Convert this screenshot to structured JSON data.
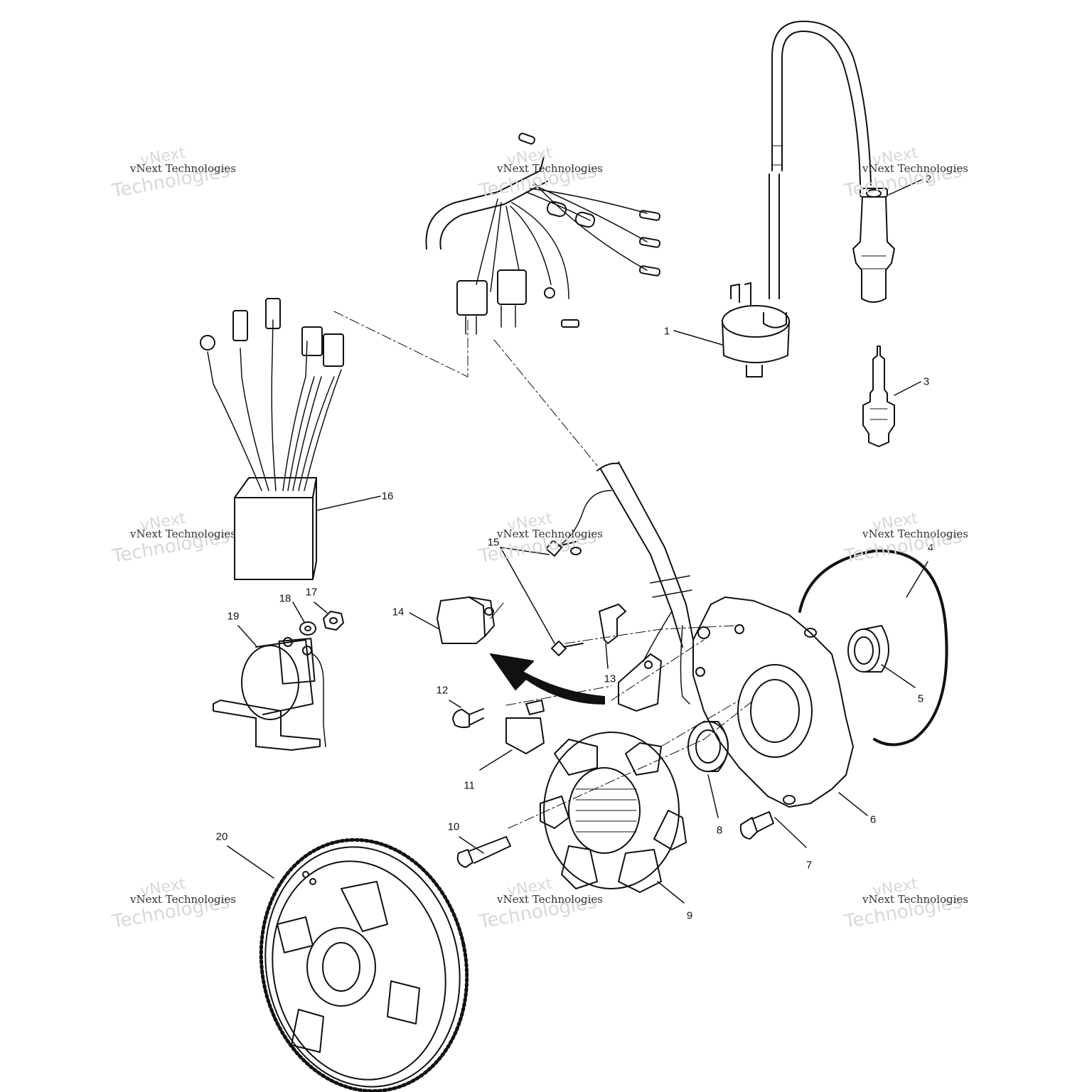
{
  "callouts": [
    {
      "id": "1",
      "label": "1"
    },
    {
      "id": "2",
      "label": "2"
    },
    {
      "id": "3",
      "label": "3"
    },
    {
      "id": "4",
      "label": "4"
    },
    {
      "id": "5",
      "label": "5"
    },
    {
      "id": "6",
      "label": "6"
    },
    {
      "id": "7",
      "label": "7"
    },
    {
      "id": "8",
      "label": "8"
    },
    {
      "id": "9",
      "label": "9"
    },
    {
      "id": "10",
      "label": "10"
    },
    {
      "id": "11",
      "label": "11"
    },
    {
      "id": "12",
      "label": "12"
    },
    {
      "id": "13",
      "label": "13"
    },
    {
      "id": "14",
      "label": "14"
    },
    {
      "id": "15",
      "label": "15"
    },
    {
      "id": "16",
      "label": "16"
    },
    {
      "id": "17",
      "label": "17"
    },
    {
      "id": "18",
      "label": "18"
    },
    {
      "id": "19",
      "label": "19"
    },
    {
      "id": "20",
      "label": "20"
    }
  ],
  "watermark": {
    "line1": "vNext Technologies",
    "ghost1": "vNext",
    "ghost2": "Technologies"
  },
  "colors": {
    "ink": "#111111",
    "watermark_ghost": "#d8d8d8"
  }
}
